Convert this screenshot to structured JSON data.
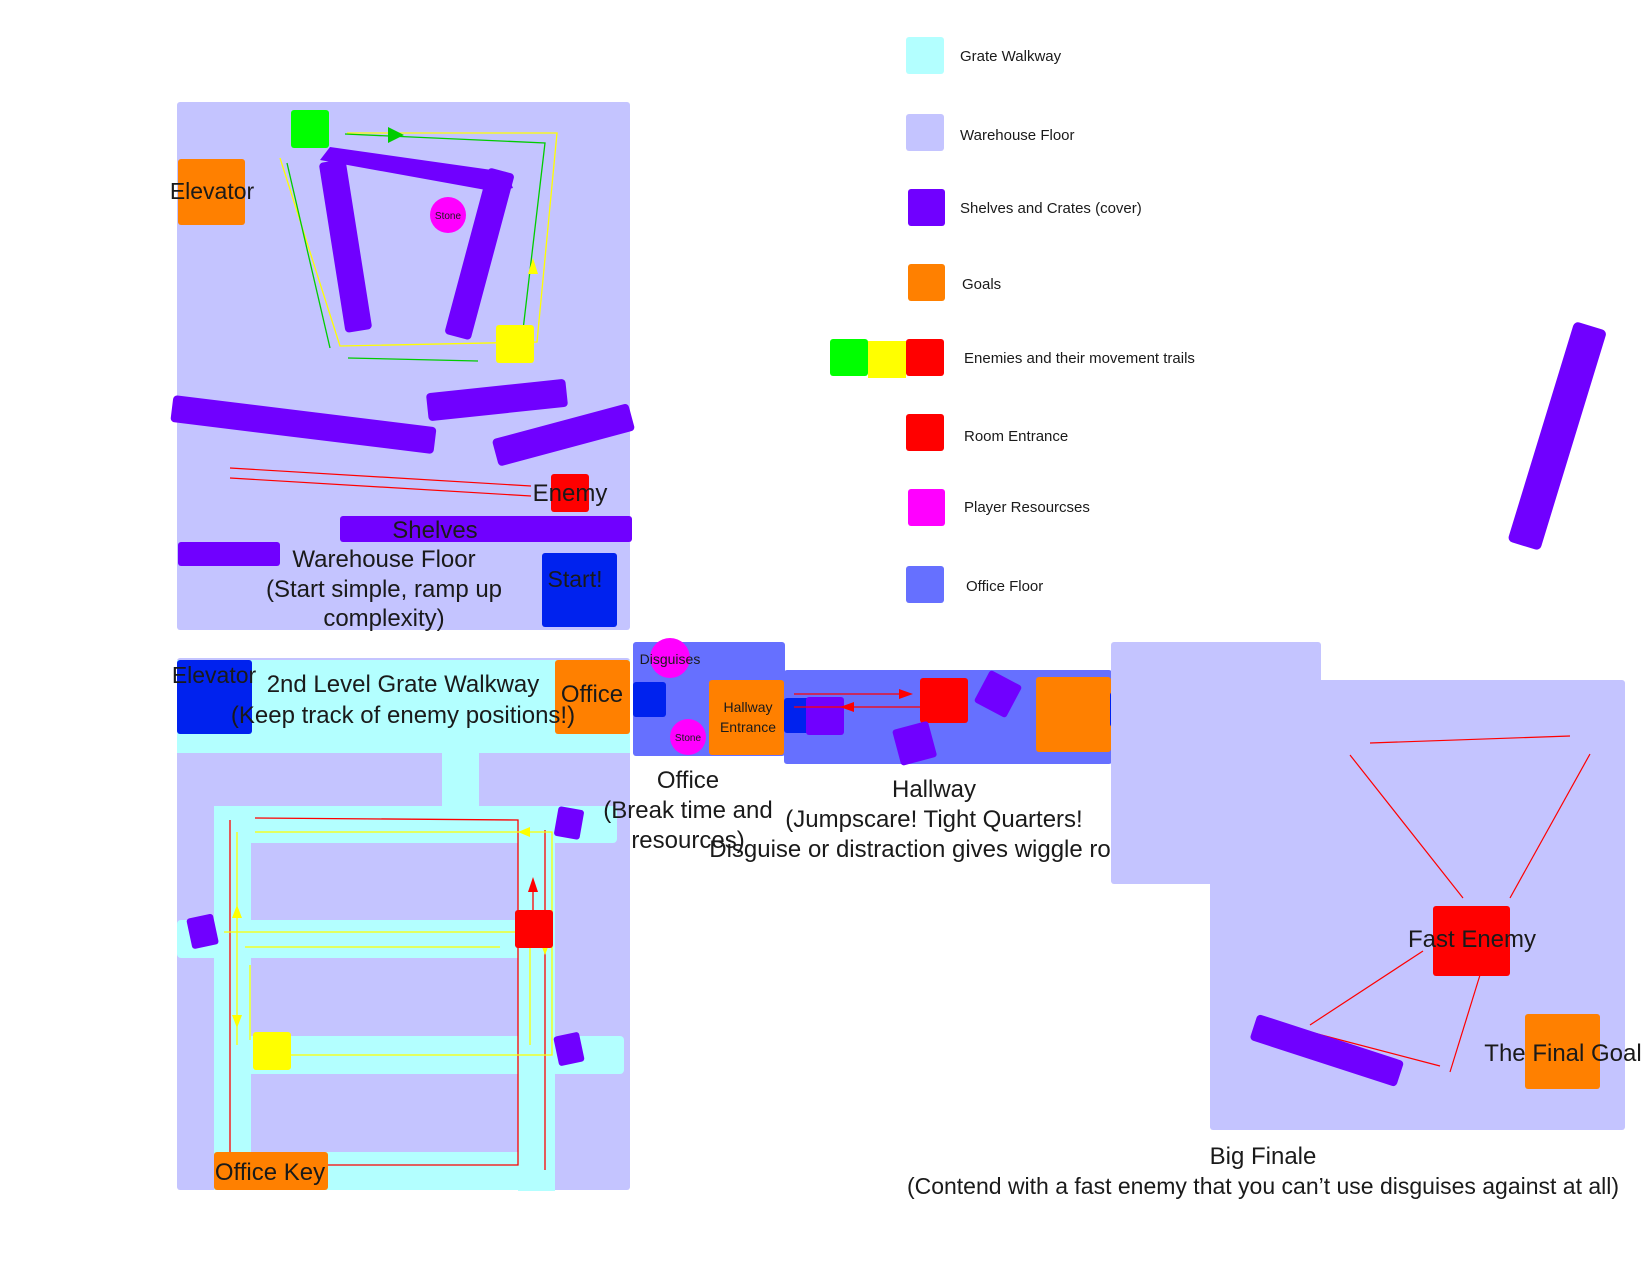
{
  "legend": {
    "grate_walkway": "Grate Walkway",
    "warehouse_floor": "Warehouse Floor",
    "shelves": "Shelves and Crates (cover)",
    "goals": "Goals",
    "enemies": "Enemies and their movement trails",
    "room_entrance": "Room Entrance",
    "player_resources": "Player Resourcses",
    "office_floor": "Office Floor"
  },
  "warehouse": {
    "elevator": "Elevator",
    "stone": "Stone",
    "enemy": "Enemy",
    "shelves": "Shelves",
    "title": "Warehouse Floor",
    "subtitle_1": "(Start simple, ramp up",
    "subtitle_2": "complexity)",
    "start": "Start!"
  },
  "grate": {
    "elevator": "Elevator",
    "title": "2nd Level Grate Walkway",
    "subtitle": "(Keep track of enemy positions!)",
    "office_goal": "Office",
    "office_key": "Office Key"
  },
  "office": {
    "disguises": "Disguises",
    "stone": "Stone",
    "hallway_entrance_1": "Hallway",
    "hallway_entrance_2": "Entrance",
    "title": "Office",
    "subtitle_1": "(Break time and",
    "subtitle_2": "resources)"
  },
  "hallway": {
    "title": "Hallway",
    "subtitle_1": "(Jumpscare! Tight Quarters!",
    "subtitle_2": "Disguise or distraction gives wiggle room!)"
  },
  "finale": {
    "fast_enemy": "Fast Enemy",
    "final_goal": "The Final Goal",
    "title": "Big Finale",
    "subtitle": "(Contend with a fast enemy that you can’t use disguises against at all)"
  },
  "colors": {
    "grate_walkway": "#b3ffff",
    "warehouse_floor": "#c4c4ff",
    "shelves": "#7000ff",
    "goals": "#ff8000",
    "enemy_green": "#00ff00",
    "enemy_yellow": "#ffff00",
    "enemy_red": "#ff0000",
    "room_entrance": "#ff0000",
    "player_resources": "#ff00ff",
    "office_floor": "#6670ff",
    "door": "#0022ee",
    "trail_red": "#ff0000",
    "trail_yellow": "#ffff00",
    "trail_green": "#00cc00"
  }
}
